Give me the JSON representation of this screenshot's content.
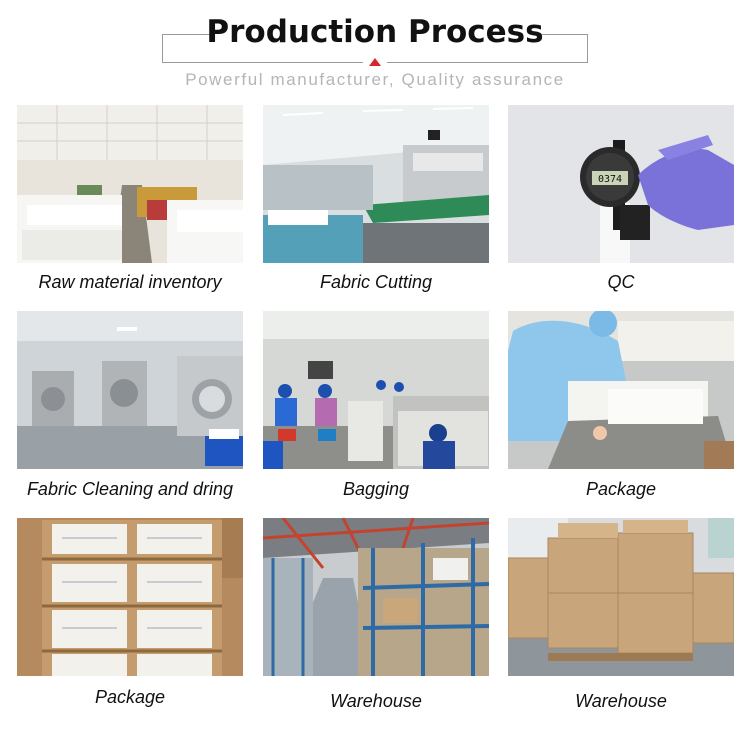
{
  "header": {
    "title": "Production Process",
    "subtitle": "Powerful manufacturer, Quality assurance",
    "accent_color": "#d8262b"
  },
  "steps": [
    {
      "label": "Raw material inventory"
    },
    {
      "label": "Fabric Cutting"
    },
    {
      "label": "QC"
    },
    {
      "label": "Fabric  Cleaning and dring"
    },
    {
      "label": "Bagging"
    },
    {
      "label": "Package"
    },
    {
      "label": "Package"
    },
    {
      "label": "Warehouse"
    },
    {
      "label": "Warehouse"
    }
  ],
  "photos": {
    "gauge_reading": "0374"
  }
}
